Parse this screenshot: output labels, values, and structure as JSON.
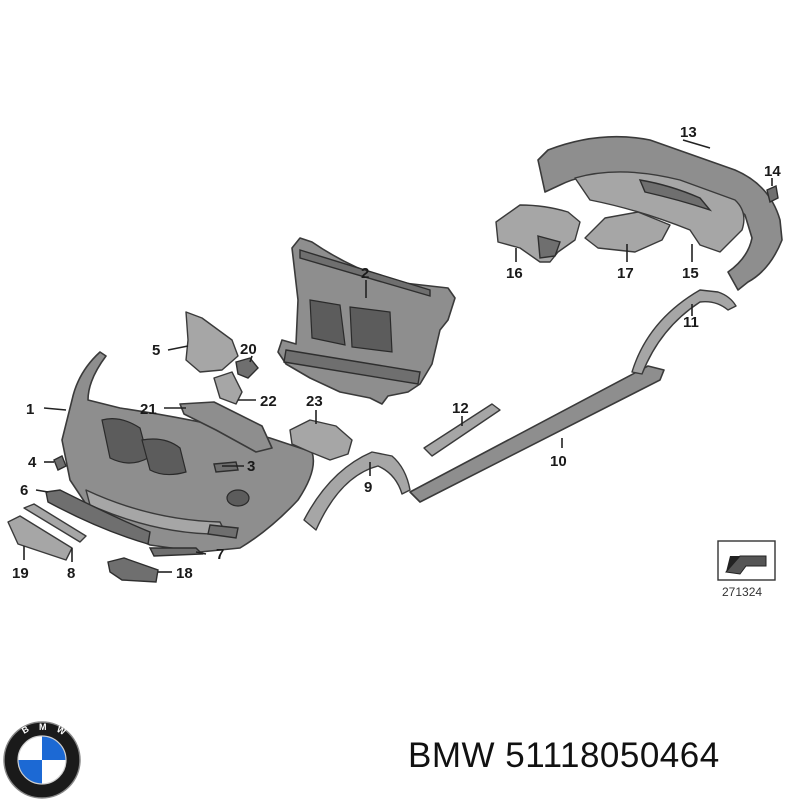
{
  "callouts": [
    "1",
    "2",
    "3",
    "4",
    "5",
    "6",
    "7",
    "8",
    "9",
    "10",
    "11",
    "12",
    "13",
    "14",
    "15",
    "16",
    "17",
    "18",
    "19",
    "20",
    "21",
    "22",
    "23"
  ],
  "reference_number": "271324",
  "footer": {
    "brand": "BMW",
    "part_number": "51118050464"
  },
  "logo": {
    "letters": "BMW",
    "colors": {
      "blue": "#1c69d4",
      "white": "#ffffff",
      "ring": "#1a1a1a"
    }
  },
  "colors": {
    "part_fill": "#8e8e8e",
    "outline": "#3a3a3a",
    "text": "#1a1a1a"
  }
}
